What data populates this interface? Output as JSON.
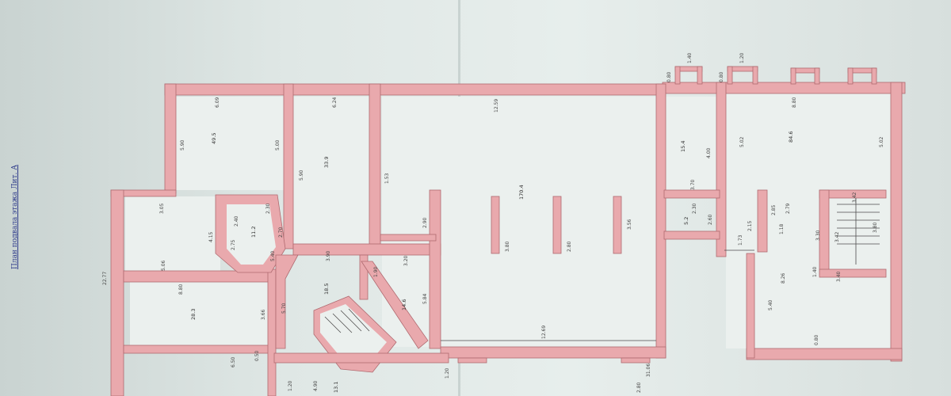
{
  "plan_title": "План подвала этажа Лит. А",
  "colors": {
    "wall": "#e9a9ad",
    "paper": "#e3eae8",
    "title": "#2d3a8a"
  },
  "rooms": [
    {
      "id": "r-left-top",
      "area": "49.5",
      "dims": [
        "5.90",
        "6.09",
        "5.00"
      ]
    },
    {
      "id": "r-mid-top",
      "area": "33.9",
      "dims": [
        "6.24",
        "5.90",
        "1.53"
      ]
    },
    {
      "id": "r-main-hall",
      "area": "170.4",
      "dims": [
        "12.59",
        "12.69",
        "2.90",
        "3.80",
        "2.80",
        "3.56"
      ]
    },
    {
      "id": "r-small-top",
      "area": "15.4",
      "dims": [
        "4.00",
        "3.70"
      ]
    },
    {
      "id": "r-right-top",
      "area": "84.6",
      "dims": [
        "8.80",
        "5.02",
        "5.02"
      ]
    },
    {
      "id": "r-left-mid",
      "area": "",
      "dims": [
        "3.05",
        "4.15",
        "5.06"
      ]
    },
    {
      "id": "r-octagon",
      "area": "11.2",
      "dims": [
        "2.30",
        "2.75",
        "2.70",
        "2.40",
        "5.40"
      ]
    },
    {
      "id": "r-left-lower",
      "area": "28.3",
      "dims": [
        "8.80",
        "3.66"
      ]
    },
    {
      "id": "r-center",
      "area": "18.5",
      "dims": [
        "5.70",
        "3.90"
      ]
    },
    {
      "id": "r-corridor",
      "area": "14.6",
      "dims": [
        "5.84",
        "3.20",
        "1.90"
      ]
    },
    {
      "id": "r-stair-room",
      "area": "",
      "dims": [
        "3.42",
        "3.42",
        "3.80"
      ]
    },
    {
      "id": "r-small-right",
      "area": "5.2",
      "dims": [
        "2.30",
        "2.60"
      ]
    },
    {
      "id": "r-right-lower",
      "area": "",
      "dims": [
        "2.79",
        "8.26",
        "5.40",
        "3.40"
      ]
    },
    {
      "id": "r-bottom-small",
      "area": "13.1",
      "dims": [
        "4.90",
        "1.20"
      ]
    }
  ],
  "misc_labels": [
    "0.80",
    "0.80",
    "1.40",
    "1.20",
    "31.06",
    "2.80",
    "22.77",
    "0.50",
    "6.50",
    "2.15",
    "1.73",
    "2.85",
    "3.30",
    "1.40",
    "1.18",
    "0.80",
    "1.20"
  ]
}
